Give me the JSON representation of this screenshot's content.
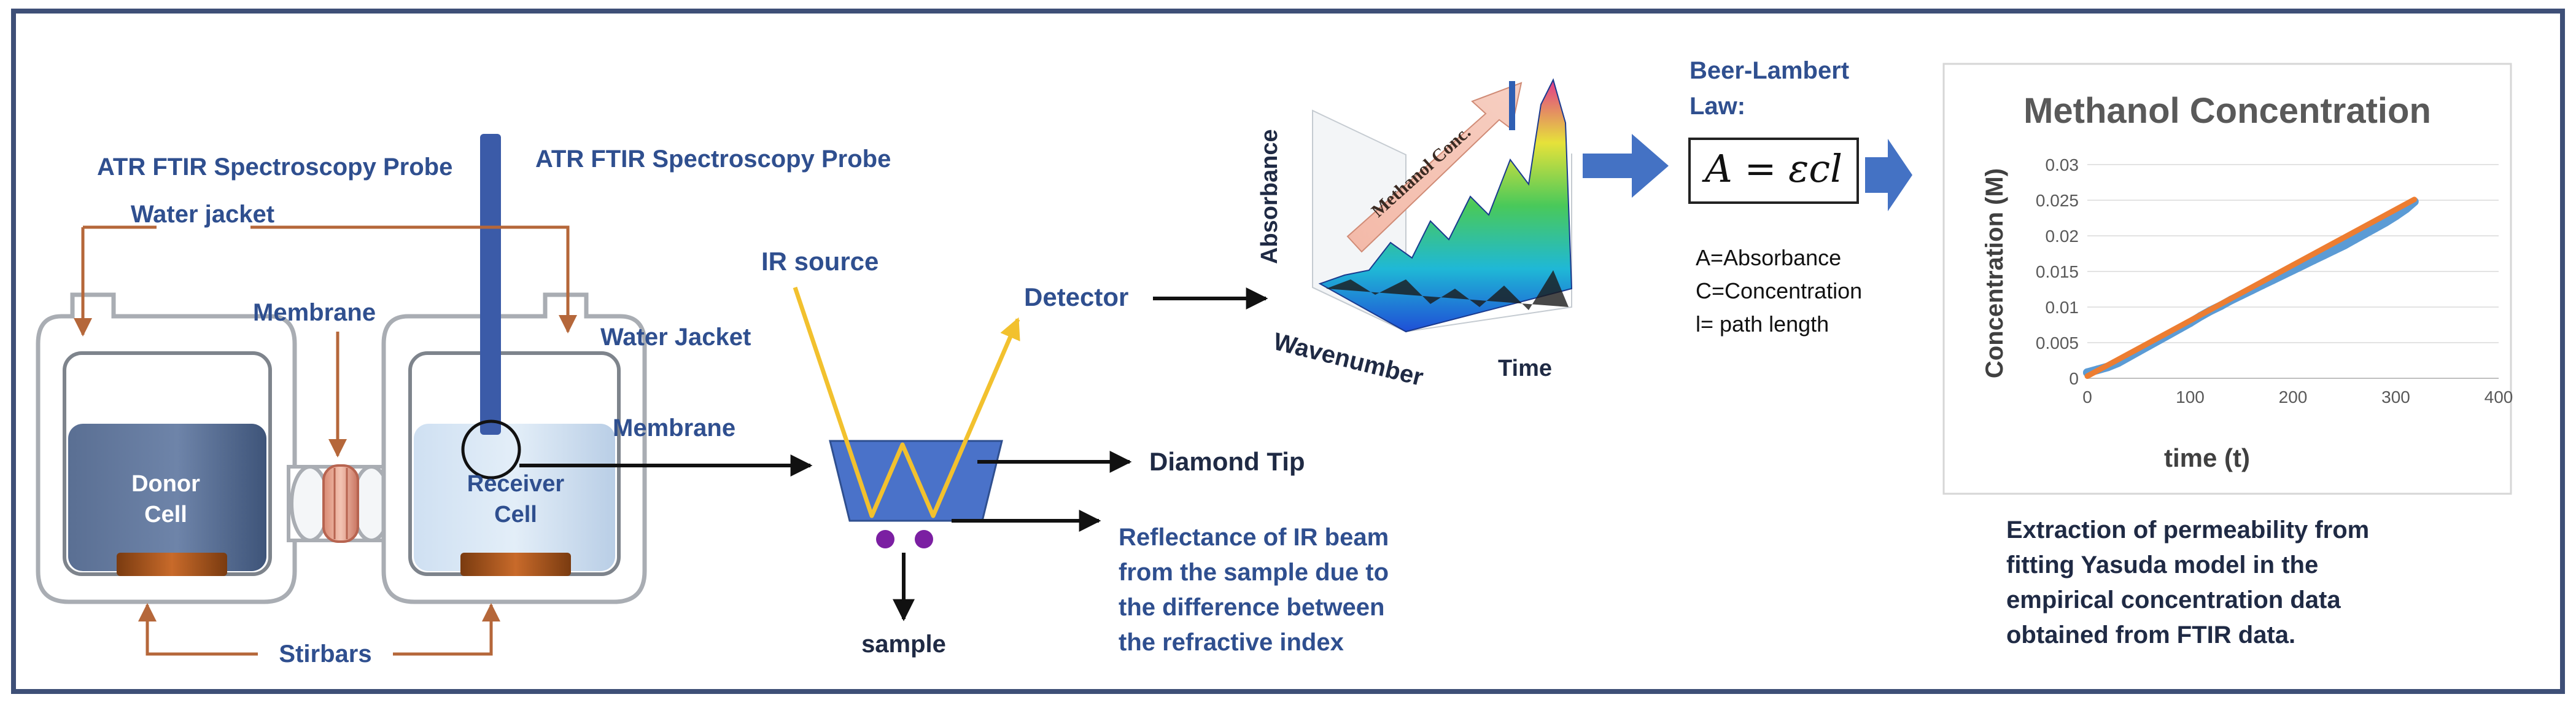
{
  "apparatus": {
    "probe_label_left": "ATR FTIR Spectroscopy Probe",
    "probe_label_top": "ATR FTIR Spectroscopy Probe",
    "water_jacket_left": "Water jacket",
    "water_jacket_right": "Water Jacket",
    "membrane": "Membrane",
    "donor_cell": [
      "Donor",
      "Cell"
    ],
    "receiver_cell": [
      "Receiver",
      "Cell"
    ],
    "stirbars": "Stirbars"
  },
  "atr": {
    "membrane": "Membrane",
    "ir_source": "IR source",
    "detector": "Detector",
    "diamond_tip": "Diamond Tip",
    "sample": "sample",
    "reflectance": [
      "Reflectance of IR beam",
      "from the sample due to",
      "the difference between",
      "the refractive index"
    ]
  },
  "spectrum": {
    "y_axis": "Absorbance",
    "x_axis": "Wavenumber",
    "z_axis": "Time",
    "arrow_label": "Methanol Conc."
  },
  "beer_lambert": {
    "title": [
      "Beer-Lambert",
      "Law:"
    ],
    "equation": "A = εcl",
    "definitions": [
      "A=Absorbance",
      "C=Concentration",
      "l= path length"
    ]
  },
  "extraction": [
    "Extraction of permeability from",
    "fitting Yasuda model in the",
    "empirical concentration data",
    "obtained from FTIR data."
  ],
  "colors": {
    "frame": "#3e4f77",
    "label": "#2f4f8f",
    "arrow_blue": "#4472c4",
    "orange_line": "#b5673a",
    "beam": "#f2c12e",
    "series_blue": "#5b9bd5",
    "series_orange": "#ed7d31"
  },
  "chart_data": {
    "type": "scatter",
    "title": "Methanol Concentration",
    "xlabel": "time (t)",
    "ylabel": "Concentration (M)",
    "xlim": [
      0,
      400
    ],
    "ylim": [
      0,
      0.03
    ],
    "xticks": [
      "0",
      "100",
      "200",
      "300",
      "400"
    ],
    "yticks": [
      "0",
      "0.005",
      "0.01",
      "0.015",
      "0.02",
      "0.025",
      "0.03"
    ],
    "grid": true,
    "series": [
      {
        "kind": "data",
        "color": "#5b9bd5",
        "x": [
          0,
          10,
          20,
          30,
          40,
          50,
          60,
          70,
          80,
          90,
          100,
          110,
          120,
          130,
          140,
          150,
          160,
          170,
          180,
          190,
          200,
          210,
          220,
          230,
          240,
          250,
          260,
          270,
          280,
          290,
          300,
          310,
          318
        ],
        "y": [
          0.0008,
          0.0012,
          0.0016,
          0.0022,
          0.003,
          0.0038,
          0.0046,
          0.0054,
          0.0062,
          0.007,
          0.0078,
          0.0087,
          0.0095,
          0.0102,
          0.011,
          0.0117,
          0.0124,
          0.0131,
          0.0138,
          0.0145,
          0.0152,
          0.0159,
          0.0166,
          0.0173,
          0.018,
          0.0187,
          0.0195,
          0.0203,
          0.0211,
          0.0219,
          0.0228,
          0.0238,
          0.0248
        ]
      },
      {
        "kind": "fit",
        "color": "#ed7d31",
        "x": [
          0,
          318
        ],
        "y": [
          0.0003,
          0.0251
        ]
      }
    ]
  }
}
